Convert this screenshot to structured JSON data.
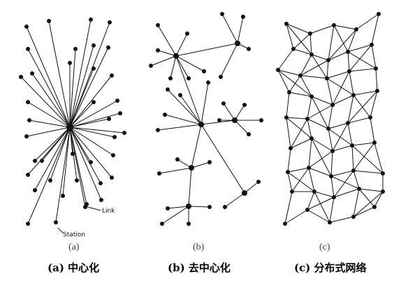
{
  "panels": {
    "centralized": {
      "sub_label": "(a)",
      "caption": "(a) 中心化",
      "annotation_link": "Link",
      "annotation_station": "Station"
    },
    "decentralized": {
      "sub_label": "(b)",
      "caption": "(b) 去中心化"
    },
    "distributed": {
      "sub_label": "(c)",
      "caption": "(c) 分布式网络"
    }
  }
}
